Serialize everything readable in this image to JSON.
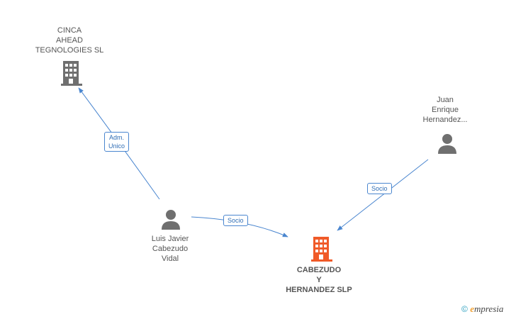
{
  "nodes": {
    "cinca": {
      "lines": [
        "CINCA",
        "AHEAD",
        "TEGNOLOGIES SL"
      ],
      "type": "company",
      "color": "#6f6f6f"
    },
    "juan": {
      "lines": [
        "Juan",
        "Enrique",
        "Hernandez..."
      ],
      "type": "person",
      "color": "#6f6f6f"
    },
    "luis": {
      "lines": [
        "Luis Javier",
        "Cabezudo",
        "Vidal"
      ],
      "type": "person",
      "color": "#6f6f6f"
    },
    "cabezudo": {
      "lines": [
        "CABEZUDO",
        "Y",
        "HERNANDEZ SLP"
      ],
      "type": "company",
      "color": "#f05a28"
    }
  },
  "edges": {
    "adm": {
      "lines": [
        "Adm.",
        "Unico"
      ],
      "from": "luis",
      "to": "cinca"
    },
    "socio_luis": {
      "lines": [
        "Socio"
      ],
      "from": "luis",
      "to": "cabezudo"
    },
    "socio_juan": {
      "lines": [
        "Socio"
      ],
      "from": "juan",
      "to": "cabezudo"
    }
  },
  "colors": {
    "edge": "#4a86cf",
    "edge_label_text": "#2f6db5"
  },
  "footer": {
    "copyright": "©",
    "brand_initial": "e",
    "brand_rest": "mpresia"
  }
}
